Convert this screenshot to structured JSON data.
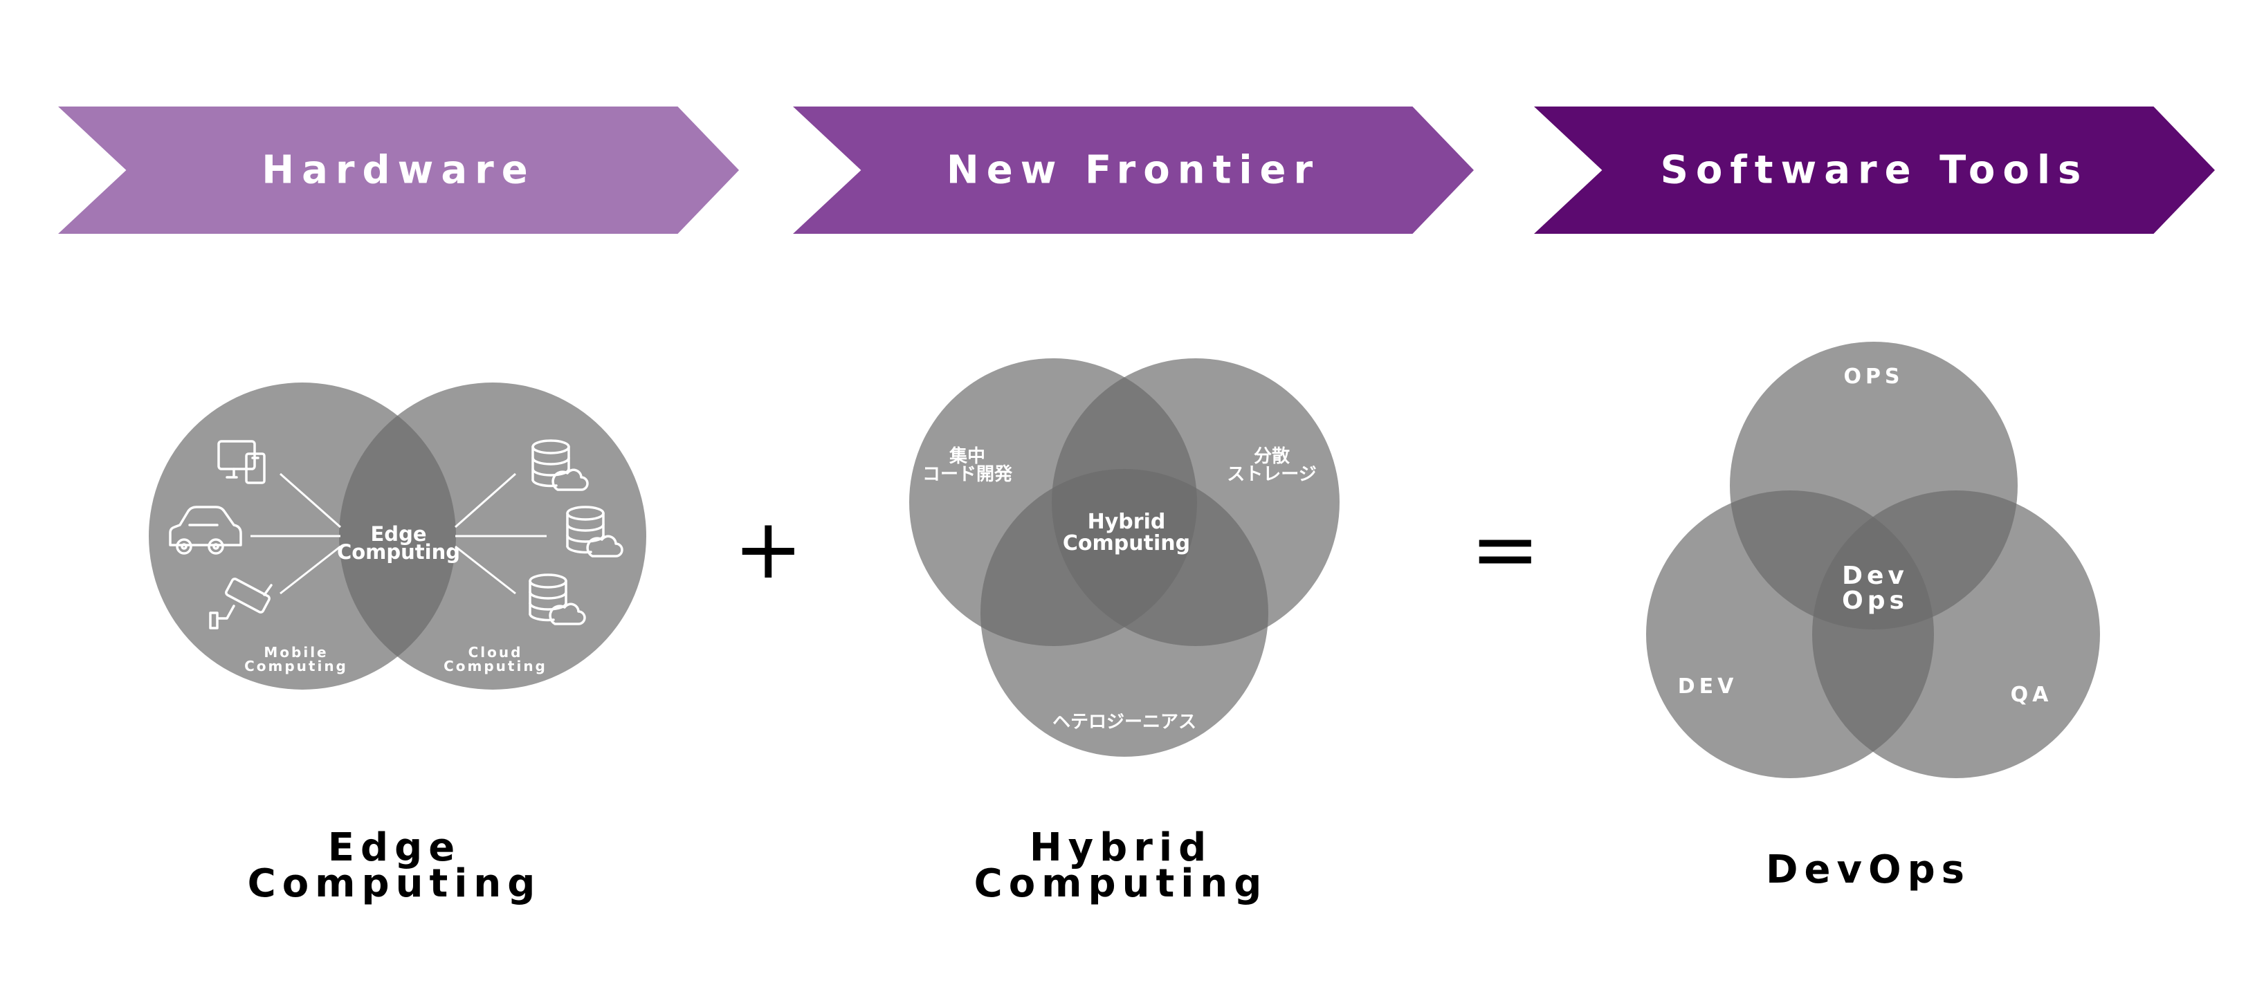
{
  "banners": {
    "hardware": "Hardware",
    "new_frontier": "New Frontier",
    "software_tools": "Software Tools"
  },
  "colors": {
    "hardware": "#a377b3",
    "new_frontier": "#85469a",
    "software_tools": "#5c0a70",
    "circle": "#6a6a6a",
    "icon_stroke": "#ffffff"
  },
  "edge": {
    "left_icons": [
      "devices-icon",
      "car-icon",
      "security-camera-icon"
    ],
    "right_icons": [
      "cloud-database-icon",
      "cloud-database-icon",
      "cloud-database-icon"
    ],
    "center_line1": "Edge",
    "center_line2": "Computing",
    "left_label_line1": "Mobile",
    "left_label_line2": "Computing",
    "right_label_line1": "Cloud",
    "right_label_line2": "Computing",
    "caption_line1": "Edge",
    "caption_line2": "Computing"
  },
  "operators": {
    "plus": "+",
    "equals": "="
  },
  "hybrid": {
    "top_left_line1": "集中",
    "top_left_line2": "コード開発",
    "top_right_line1": "分散",
    "top_right_line2": "ストレージ",
    "bottom": "ヘテロジーニアス",
    "center_line1": "Hybrid",
    "center_line2": "Computing",
    "caption_line1": "Hybrid",
    "caption_line2": "Computing"
  },
  "devops": {
    "top": "OPS",
    "left": "DEV",
    "right": "QA",
    "center_line1": "Dev",
    "center_line2": "Ops",
    "caption": "DevOps"
  }
}
